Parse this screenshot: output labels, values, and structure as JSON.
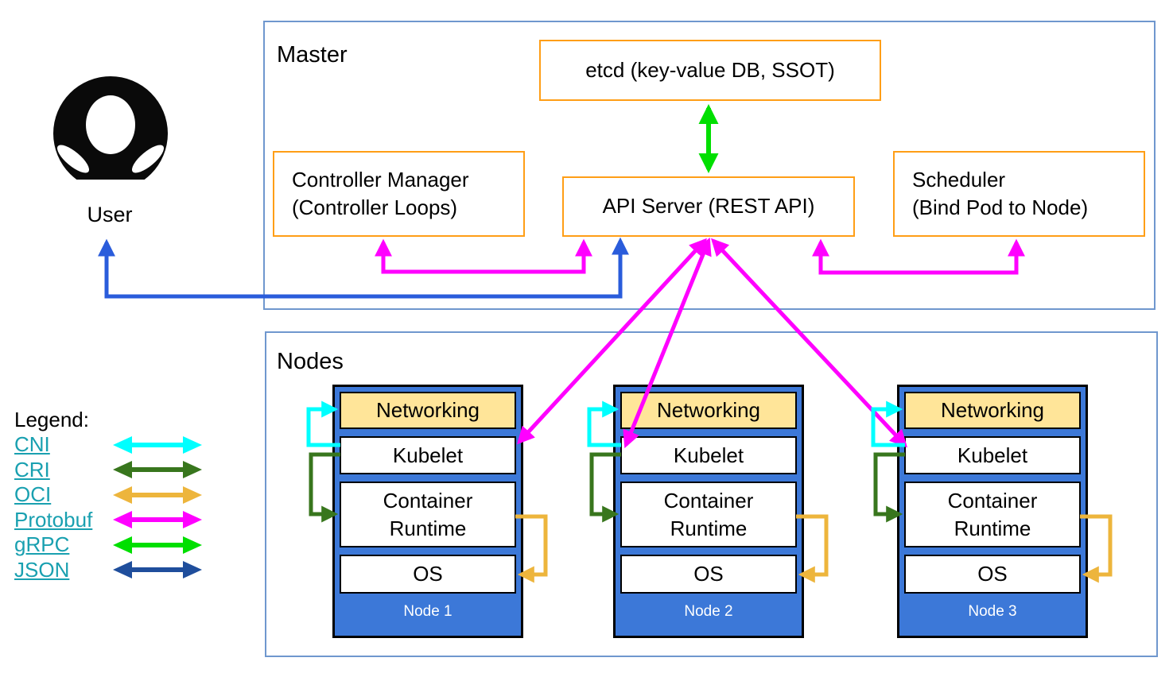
{
  "master": {
    "label": "Master",
    "etcd_label": "etcd (key-value DB, SSOT)",
    "api_server_label": "API Server (REST API)",
    "controller_manager_label": "Controller Manager\n(Controller Loops)",
    "scheduler_label": "Scheduler\n(Bind Pod to Node)"
  },
  "user": {
    "label": "User"
  },
  "nodes_section": {
    "label": "Nodes",
    "layers": [
      "Networking",
      "Kubelet",
      "Container\nRuntime",
      "OS"
    ],
    "nodes": [
      {
        "name": "Node 1"
      },
      {
        "name": "Node 2"
      },
      {
        "name": "Node 3"
      }
    ]
  },
  "legend": {
    "title": "Legend:",
    "items": [
      {
        "label": "CNI",
        "color": "#00FFFF"
      },
      {
        "label": "CRI",
        "color": "#38761D"
      },
      {
        "label": "OCI",
        "color": "#EDB53C"
      },
      {
        "label": "Protobuf",
        "color": "#FF00FF"
      },
      {
        "label": "gRPC",
        "color": "#00DF00"
      },
      {
        "label": "JSON",
        "color": "#1F4E9C"
      }
    ]
  },
  "colors": {
    "frame_border": "#6F97CE",
    "box_border": "#FF9E16",
    "node_fill": "#3C78D8",
    "networking_fill": "#FFE599",
    "protobuf": "#FF00FF",
    "grpc": "#00DF00",
    "cni": "#00FFFF",
    "cri": "#38761D",
    "oci": "#EDB53C",
    "user_api_link": "#2A5CDB",
    "json": "#1F4E9C",
    "legend_link": "#19A0B0"
  }
}
